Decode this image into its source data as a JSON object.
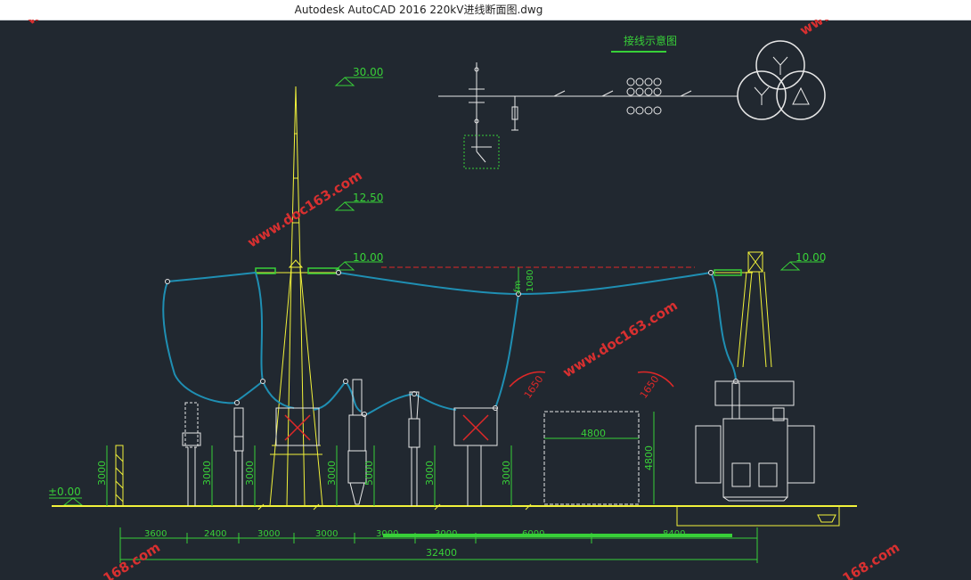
{
  "window": {
    "title": "Autodesk AutoCAD 2016     220kV进线断面图.dwg"
  },
  "watermark": {
    "text": "www.doc163.com",
    "corner_text": "www.d",
    "bottom_text": "168.com"
  },
  "schematic": {
    "title": "接线示意图"
  },
  "elevations": {
    "top": "30.00",
    "mid": "12.50",
    "beam": "10.00",
    "right": "10.00",
    "ground": "±0.00"
  },
  "heights": {
    "equipment": "3000",
    "gis": "5000",
    "transformer": "4800"
  },
  "sag": {
    "value": "1080",
    "label": "fm"
  },
  "clearance": {
    "value": "1650"
  },
  "width_label": "4800",
  "spans": [
    "3600",
    "2400",
    "3000",
    "3000",
    "3000",
    "3000",
    "6000",
    "8400"
  ],
  "total_length": "32400",
  "colors": {
    "background": "#212830",
    "line_yellow": "#f2f23a",
    "line_cyan": "#1f8fb3",
    "line_white": "#e8e8e8",
    "line_green": "#38d038",
    "line_red": "#e02828",
    "watermark": "#d83030"
  }
}
